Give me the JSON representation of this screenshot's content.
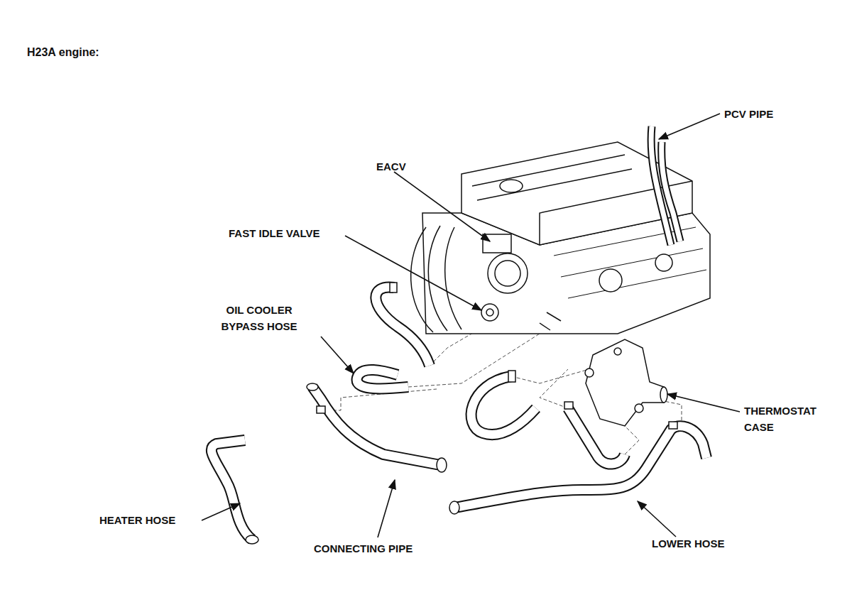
{
  "diagram": {
    "title": "H23A engine:",
    "labels": [
      "PCV PIPE",
      "EACV",
      "FAST IDLE VALVE",
      "OIL COOLER BYPASS HOSE",
      "THERMOSTAT CASE",
      "HEATER HOSE",
      "CONNECTING PIPE",
      "LOWER HOSE"
    ]
  }
}
